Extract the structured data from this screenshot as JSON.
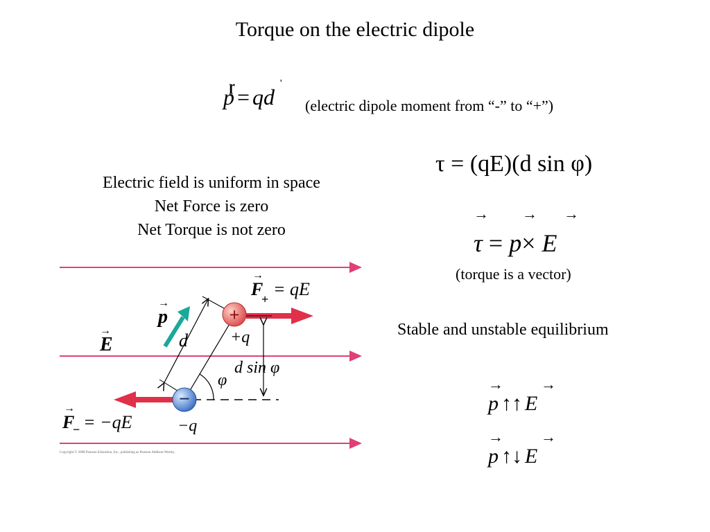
{
  "title": "Torque on the electric dipole",
  "dipole_moment": {
    "lhs": "p",
    "op": "=",
    "rhs": "qd",
    "note": "(electric dipole moment  from “-” to “+”)"
  },
  "torque_magnitude": "τ = (qE)(d sin φ)",
  "field_text": {
    "line1": "Electric field is uniform in space",
    "line2": "Net Force is zero",
    "line3": "Net Torque is not zero"
  },
  "torque_vector": {
    "lhs": "τ",
    "op": "=",
    "p": "p",
    "cross": "×",
    "e": "E",
    "note": "(torque is a vector)"
  },
  "equilibrium_heading": "Stable and unstable equilibrium",
  "stable": {
    "p": "p",
    "arrows": "↑↑",
    "e": "E"
  },
  "unstable": {
    "p": "p",
    "arrows": "↑↓",
    "e": "E"
  },
  "figure": {
    "f_plus": "= qE",
    "f_plus_sym": "F",
    "f_plus_sub": "+",
    "f_minus": "= −qE",
    "f_minus_sym": "F",
    "f_minus_sub": "−",
    "p_label": "p",
    "e_label": "E",
    "d_label": "d",
    "plus_q": "+q",
    "minus_q": "−q",
    "d_sin_phi": "d sin φ",
    "phi": "φ",
    "plus_sign": "+",
    "minus_sign": "−",
    "copyright": "Copyright © 2008 Pearson Education, Inc., publishing as Pearson Addison-Wesley."
  },
  "colors": {
    "field_line": "#e0407a",
    "force_arrow": "#e0304a",
    "dipole_arrow": "#1aa89a",
    "plus_charge": "#d94a4a",
    "minus_charge": "#3a6fc4"
  }
}
